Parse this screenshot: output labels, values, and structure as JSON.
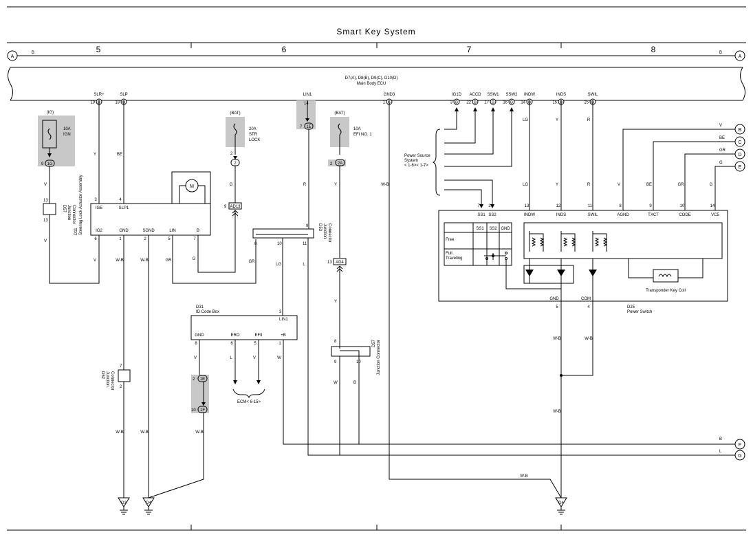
{
  "title": "Smart Key System",
  "columns": [
    "5",
    "6",
    "7",
    "8"
  ],
  "ecu": {
    "title": "D7(A), D8(B), D9(C), D10(D)",
    "name": "Main Body ECU"
  },
  "ecu_pins": [
    {
      "id": "slr",
      "label": "SLR+",
      "pin": "19",
      "conn": "B"
    },
    {
      "id": "slp",
      "label": "SLP",
      "pin": "18",
      "conn": "B"
    },
    {
      "id": "lin1",
      "label": "LIN1",
      "pin": "14",
      "conn": ""
    },
    {
      "id": "gnd3",
      "label": "GND3",
      "pin": "1",
      "conn": "C"
    },
    {
      "id": "ig1d",
      "label": "IG1D",
      "pin": "3",
      "conn": "B"
    },
    {
      "id": "accd",
      "label": "ACCD",
      "pin": "22",
      "conn": "B"
    },
    {
      "id": "ssw1",
      "label": "SSW1",
      "pin": "17",
      "conn": "B"
    },
    {
      "id": "ssw2",
      "label": "SSW2",
      "pin": "16",
      "conn": "B"
    },
    {
      "id": "indw",
      "label": "INDW",
      "pin": "14",
      "conn": "B"
    },
    {
      "id": "inds",
      "label": "INDS",
      "pin": "15",
      "conn": "B"
    },
    {
      "id": "swil",
      "label": "SWIL",
      "pin": "25",
      "conn": "B"
    }
  ],
  "edge_labels": {
    "ref_a": "A",
    "ref_b": "B",
    "ref_c": "C",
    "ref_d": "D",
    "ref_e": "E",
    "ref_f": "F",
    "ref_g": "G",
    "wire_b": "B"
  },
  "fuses": {
    "ign": {
      "source": "(IG)",
      "rating": "10A",
      "name": "IGN",
      "pin": "9",
      "conn": "1G"
    },
    "str": {
      "source": "(BAT)",
      "rating": "20A",
      "name": "STR",
      "name2": "LOCK",
      "pin": "2",
      "conn": "2"
    },
    "efi": {
      "source": "(BAT)",
      "rating": "10A",
      "name": "EFI NO. 1",
      "pin": "2",
      "conn": "2A"
    }
  },
  "connectors": {
    "lin1_j": {
      "pin": "7",
      "conn": "1E"
    },
    "ad13": {
      "pin": "9",
      "conn": "AD13"
    },
    "ad4": {
      "pin": "13",
      "conn": "AD4"
    },
    "e2": {
      "pin": "2",
      "conn": "1E"
    },
    "f10": {
      "pin": "10",
      "conn": "1F"
    },
    "d57a": {
      "label": "D57",
      "sub": "Junction",
      "sub2": "Connector",
      "pin_top": "13",
      "pin_bot": "13"
    },
    "d52": {
      "label": "D52",
      "sub": "Junction",
      "sub2": "Connector",
      "pin_top": "7",
      "pin_bot": "2"
    },
    "d53": {
      "label": "D53",
      "sub": "Junction",
      "sub2": "Connector",
      "p9": "9",
      "p8": "8",
      "p10": "10",
      "p11": "11"
    },
    "d57b": {
      "label": "D57",
      "sub": "Junction Connector",
      "p8": "8",
      "p9": "9",
      "p10": "10"
    }
  },
  "d11": {
    "label": "D11",
    "name": "Steering Lock Actuator Assembly",
    "pins_top": [
      {
        "n": "3",
        "l": "IGE"
      },
      {
        "n": "4",
        "l": "SLP1"
      }
    ],
    "pins_bot": [
      {
        "n": "6",
        "l": "IG2"
      },
      {
        "n": "1",
        "l": "GND"
      },
      {
        "n": "2",
        "l": "SGND"
      },
      {
        "n": "5",
        "l": "LIN"
      },
      {
        "n": "7",
        "l": "B"
      }
    ],
    "motor": "M"
  },
  "d31": {
    "label": "D31",
    "name": "ID Code Box",
    "lin_pin": "3",
    "lin_label": "LIN1",
    "pins": [
      {
        "n": "8",
        "l": "GND"
      },
      {
        "n": "6",
        "l": "ERO"
      },
      {
        "n": "5",
        "l": "EFII"
      },
      {
        "n": "1",
        "l": "+B"
      }
    ],
    "ecm": "ECM< 6-15>"
  },
  "d25": {
    "label": "D25",
    "name": "Power Switch",
    "top_pins": [
      {
        "n": "7",
        "l": "SS1"
      },
      {
        "n": "2",
        "l": "SS2"
      },
      {
        "n": "13",
        "l": "INDW"
      },
      {
        "n": "12",
        "l": "INDS"
      },
      {
        "n": "11",
        "l": "SWIL"
      },
      {
        "n": "8",
        "l": "AGND"
      },
      {
        "n": "9",
        "l": "TXCT"
      },
      {
        "n": "10",
        "l": "CODE"
      },
      {
        "n": "14",
        "l": "VC5"
      }
    ],
    "table_head": [
      "SS1",
      "SS2",
      "GND"
    ],
    "row_free": "Free",
    "row_full1": "Full",
    "row_full2": "Traveling",
    "gnd_pin": "5",
    "gnd_label": "GND",
    "com_pin": "4",
    "com_label": "COM",
    "coil": "Transponder Key Coil"
  },
  "power_source": {
    "l1": "Power Source",
    "l2": "System",
    "l3": "< 1-6>< 1-7>"
  },
  "wire_colors": {
    "v": "V",
    "be": "BE",
    "gr": "GR",
    "g": "G",
    "y": "Y",
    "r": "R",
    "lg": "LG",
    "l": "L",
    "w": "W",
    "wb": "W-B",
    "b": "B"
  },
  "grounds": {
    "d3": "D3",
    "d4a": "D4",
    "d4b": "D4"
  }
}
